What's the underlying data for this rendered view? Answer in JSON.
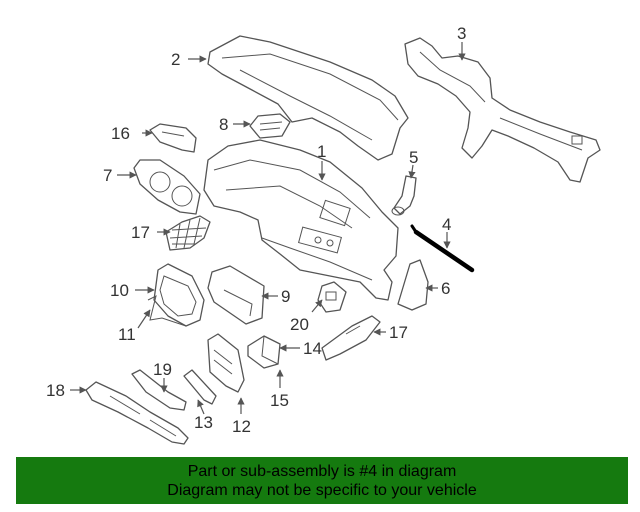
{
  "diagram": {
    "callouts": {
      "c1": "1",
      "c2": "2",
      "c3": "3",
      "c4": "4",
      "c5": "5",
      "c6": "6",
      "c7": "7",
      "c8": "8",
      "c9": "9",
      "c10": "10",
      "c11": "11",
      "c12": "12",
      "c13": "13",
      "c14": "14",
      "c15": "15",
      "c16": "16",
      "c17a": "17",
      "c17b": "17",
      "c18": "18",
      "c19": "19",
      "c20": "20"
    },
    "highlight_color": "#000000",
    "part_stroke_color": "#555555"
  },
  "banner": {
    "line1": "Part or sub-assembly is #4 in diagram",
    "line2": "Diagram may not be specific to your vehicle",
    "background": "#157a0f"
  }
}
